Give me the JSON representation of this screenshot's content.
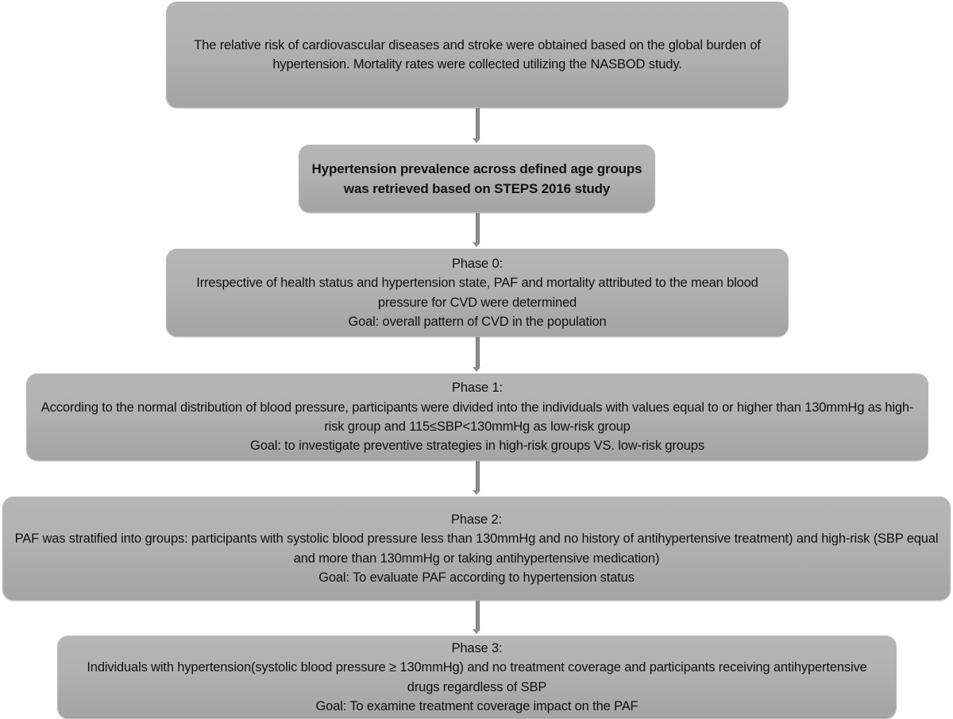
{
  "diagram": {
    "type": "flowchart",
    "title": "Study design phases for PAF and mortality attributable to blood pressure",
    "orientation": "vertical",
    "box_fill": "#b1b1b1",
    "box_border": "#b7b7b7",
    "connector_color": "#8d8d8d",
    "text_color": "#111111",
    "background": "#ffffff"
  },
  "nodes": [
    {
      "id": "source",
      "text": "The relative risk of cardiovascular diseases and stroke were obtained based on the global burden of hypertension. Mortality rates were collected utilizing the NASBOD study.",
      "emphasis": "normal"
    },
    {
      "id": "prevalence",
      "text": "Hypertension prevalence across defined age groups was retrieved based on STEPS 2016 study",
      "emphasis": "bold"
    },
    {
      "id": "phase0",
      "text": "Phase 0:\nIrrespective of health status and hypertension state, PAF and mortality attributed to the mean blood pressure for CVD were determined\nGoal: overall pattern of CVD in the population",
      "emphasis": "normal"
    },
    {
      "id": "phase1",
      "text": "Phase 1:\nAccording to the normal distribution of blood pressure, participants were divided into the individuals with values equal to or higher than 130mmHg as high-risk group and 115≤SBP<130mmHg as low-risk group\nGoal: to investigate preventive strategies in high-risk groups VS. low-risk groups",
      "emphasis": "normal"
    },
    {
      "id": "phase2",
      "text": "Phase 2:\nPAF was stratified into groups: participants with systolic blood pressure less than 130mmHg and no history of antihypertensive treatment) and high-risk (SBP equal and more than 130mmHg or taking antihypertensive medication)\nGoal: To evaluate PAF according to hypertension status",
      "emphasis": "normal"
    },
    {
      "id": "phase3",
      "text": "Phase 3:\nIndividuals with hypertension(systolic blood pressure ≥ 130mmHg) and no treatment coverage and participants receiving antihypertensive drugs regardless of SBP\nGoal: To examine treatment coverage impact on the PAF",
      "emphasis": "normal"
    }
  ],
  "edges": [
    {
      "id": "e1",
      "from": "source",
      "to": "prevalence",
      "arrow": "down"
    },
    {
      "id": "e2",
      "from": "prevalence",
      "to": "phase0",
      "arrow": "down"
    },
    {
      "id": "e3",
      "from": "phase0",
      "to": "phase1",
      "arrow": "down"
    },
    {
      "id": "e4",
      "from": "phase1",
      "to": "phase2",
      "arrow": "down"
    },
    {
      "id": "e5",
      "from": "phase2",
      "to": "phase3",
      "arrow": "down"
    }
  ]
}
